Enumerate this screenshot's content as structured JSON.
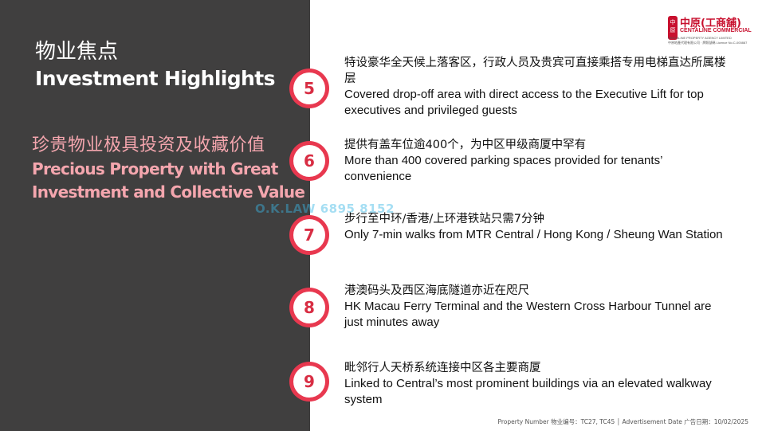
{
  "left_panel": {
    "title_zh": "物业焦点",
    "title_en": "Investment Highlights",
    "subtitle_zh": "珍贵物业极具投资及收藏价值",
    "subtitle_en_line1": "Precious Property with Great",
    "subtitle_en_line2": "Investment and Collective Value"
  },
  "watermark": "O.K.LAW 6895 8152",
  "logo": {
    "badge": "中原",
    "name_zh": "中原(工商舖)",
    "name_en": "CENTALINE COMMERCIAL",
    "line1": "CENTALINE PROPERTY AGENCY LIMITED",
    "line2": "中原地產代理有限公司 · 牌照號碼 Licence No.C-000887"
  },
  "highlights": [
    {
      "number": "5",
      "zh": "特设豪华全天候上落客区，行政人员及贵宾可直接乘搭专用电梯直达所属楼层",
      "en": "Covered drop-off area with direct access to the Executive Lift for top executives and privileged guests"
    },
    {
      "number": "6",
      "zh": "提供有盖车位逾400个，为中区甲级商厦中罕有",
      "en": "More than 400 covered parking spaces provided for tenants’ convenience"
    },
    {
      "number": "7",
      "zh": "步行至中环/香港/上环港铁站只需7分钟",
      "en": "Only 7-min walks from MTR Central / Hong Kong / Sheung Wan Station"
    },
    {
      "number": "8",
      "zh": "港澳码头及西区海底隧道亦近在咫尺",
      "en": "HK Macau Ferry Terminal and the Western Cross Harbour Tunnel are just minutes away"
    },
    {
      "number": "9",
      "zh": "毗邻行人天桥系统连接中区各主要商厦",
      "en": "Linked to Central’s most prominent buildings via an elevated walkway system"
    }
  ],
  "footer": "Property Number 物业编号：TC27, TC45 │ Advertisement Date 广告日期：10/02/2025",
  "colors": {
    "panel": "#403f3f",
    "accent": "#e8384f",
    "subtitle": "#f4a6ae",
    "brand": "#c8102e"
  }
}
